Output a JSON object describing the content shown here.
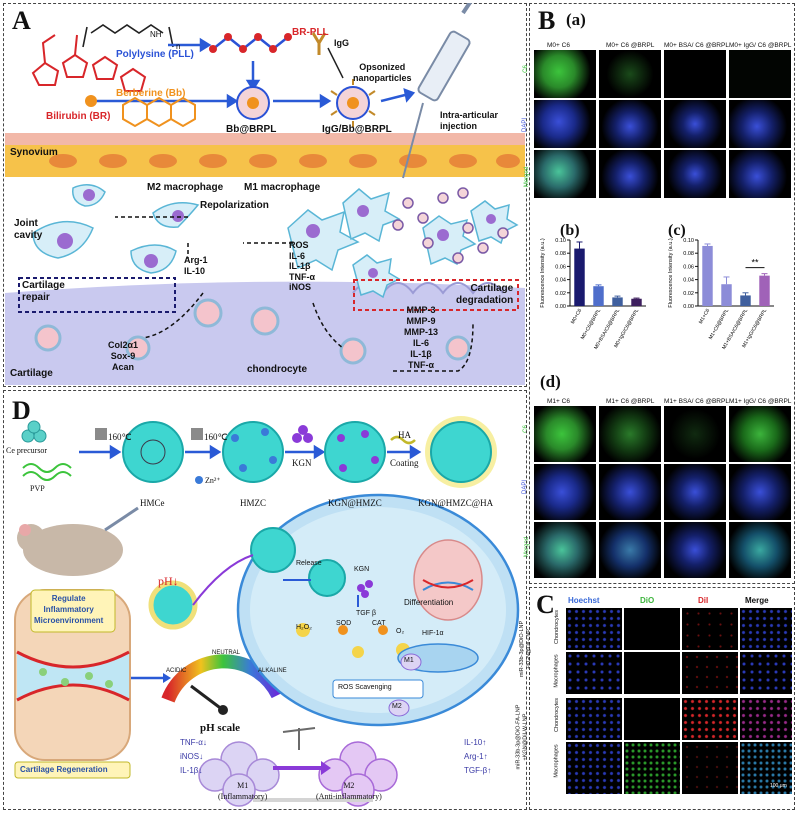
{
  "panelA": {
    "label": "A",
    "components": {
      "pll": "Polylysine (PLL)",
      "br": "Bilirubin (BR)",
      "bb": "Berberine (Bb)",
      "brpll": "BR-PLL",
      "igg": "IgG",
      "opsonized": "Opsonized\nnanoparticles",
      "bb_brpl": "Bb@BRPL",
      "igg_bb_brpl": "IgG/Bb@BRPL",
      "injection": "Intra-articular\ninjection",
      "nh": "NH",
      "n_sub": "n"
    },
    "tissue": {
      "synovium": "Synovium",
      "m2": "M2 macrophage",
      "m1": "M1 macrophage",
      "repolarization": "Repolarization",
      "joint_cavity": "Joint\ncavity",
      "arg1": "Arg-1",
      "il10": "IL-10",
      "ros_list": [
        "ROS",
        "IL-6",
        "IL-1β",
        "TNF-α",
        "iNOS"
      ],
      "cartilage_repair": "Cartilage\nrepair",
      "cartilage_degradation": "Cartilage\ndegradation",
      "col_list": [
        "Col2α1",
        "Sox-9",
        "Acan"
      ],
      "chondrocyte": "chondrocyte",
      "cartilage": "Cartilage",
      "mmp_list": [
        "MMP-3",
        "MMP-9",
        "MMP-13",
        "IL-6",
        "IL-1β",
        "TNF-α"
      ]
    }
  },
  "panelB": {
    "label": "B",
    "a": {
      "sub": "(a)",
      "columns": [
        "M0+ C6",
        "M0+ C6 @BRPL",
        "M0+ BSA/ C6 @BRPL",
        "M0+ IgG/ C6 @BRPL"
      ],
      "rows": [
        "C6",
        "DAPI",
        "Merged"
      ]
    },
    "d": {
      "sub": "(d)",
      "columns": [
        "M1+ C6",
        "M1+ C6 @BRPL",
        "M1+ BSA/ C6 @BRPL",
        "M1+ IgG/ C6 @BRPL"
      ],
      "rows": [
        "C6",
        "DAPI",
        "Merged"
      ]
    }
  },
  "colors": {
    "c6": "#3cc43c",
    "dapi": "#3a4fd8",
    "navy": "#1a1a6e",
    "blue": "#4f6ecb",
    "slate": "#3f5f9e",
    "purple": "#3d1f5e",
    "lavender": "#8c8cd8",
    "orchid": "#a062b8"
  },
  "chart_data": [
    {
      "type": "bar",
      "title": "(b)",
      "ylabel": "Fluorescence Intensity (a.u.)",
      "ylim": [
        0,
        0.1
      ],
      "yticks": [
        "0.00",
        "0.02",
        "0.04",
        "0.06",
        "0.08",
        "0.10"
      ],
      "categories": [
        "M0+C6",
        "M0+C6@BRPL",
        "M0+BSA/C6@BRPL",
        "M0+IgG/C6@BRPL"
      ],
      "values": [
        0.087,
        0.03,
        0.013,
        0.011
      ],
      "errors": [
        0.01,
        0.002,
        0.002,
        0.001
      ]
    },
    {
      "type": "bar",
      "title": "(c)",
      "ylabel": "Fluorescence Intensity (a.u.)",
      "ylim": [
        0,
        0.1
      ],
      "yticks": [
        "0.00",
        "0.02",
        "0.04",
        "0.06",
        "0.08",
        "0.10"
      ],
      "categories": [
        "M1+C6",
        "M1+C6@BRPL",
        "M1+BSA/C6@BRPL",
        "M1+IgG/C6@BRPL"
      ],
      "values": [
        0.091,
        0.033,
        0.016,
        0.046
      ],
      "errors": [
        0.003,
        0.011,
        0.004,
        0.003
      ],
      "annotation": "**"
    }
  ],
  "panelC": {
    "label": "C",
    "columns": [
      "Hoechst",
      "DiO",
      "DiI",
      "Merge"
    ],
    "groups": [
      "miR-33b-3p@DiO-LNP\n+KGN@DiI-LNP",
      "miR-33b-3p@DiO-FA-LNP\n+KGN@DiI-W-LNP"
    ],
    "rows": [
      "Chondrocytes",
      "Macrophages"
    ],
    "scale": "100 μm"
  },
  "panelD": {
    "label": "D",
    "synthesis": {
      "ce": "Ce precursor",
      "pvp": "PVP",
      "temp1": "160℃",
      "temp2": "160℃",
      "hmce": "HMCe",
      "zn": "Zn²⁺",
      "hmzc": "HMZC",
      "kgn": "KGN",
      "kgn_hmzc": "KGN@HMZC",
      "ha": "HA",
      "coating": "Coating",
      "final": "KGN@HMZC@HA"
    },
    "joint": {
      "regulate": "Regulate\nInflammatory\nMicroenvironment",
      "regeneration": "Cartilage Regeneration",
      "ph_down": "pH↓",
      "acidic": "ACIDIC",
      "neutral": "NEUTRAL",
      "alkaline": "ALKALINE",
      "ph_scale": "pH scale"
    },
    "cell": {
      "release": "Release",
      "kgn": "KGN",
      "tgf": "TGF β",
      "diff": "Differentiation",
      "h2o2": "H₂O₂",
      "sod": "SOD",
      "cat": "CAT",
      "o2": "O₂",
      "hif": "HIF-1α",
      "ros": "ROS Scavenging",
      "m1": "M1",
      "m2": "M2"
    },
    "bottom": {
      "tnf": "TNF-α↓",
      "inos": "iNOS↓",
      "il1": "IL-1β↓",
      "m1": "M1\n(Inflammatory)",
      "m2": "M2\n(Anti-inflammatory)",
      "il10": "IL-10↑",
      "arg": "Arg-1↑",
      "tgf": "TGF-β↑"
    }
  }
}
